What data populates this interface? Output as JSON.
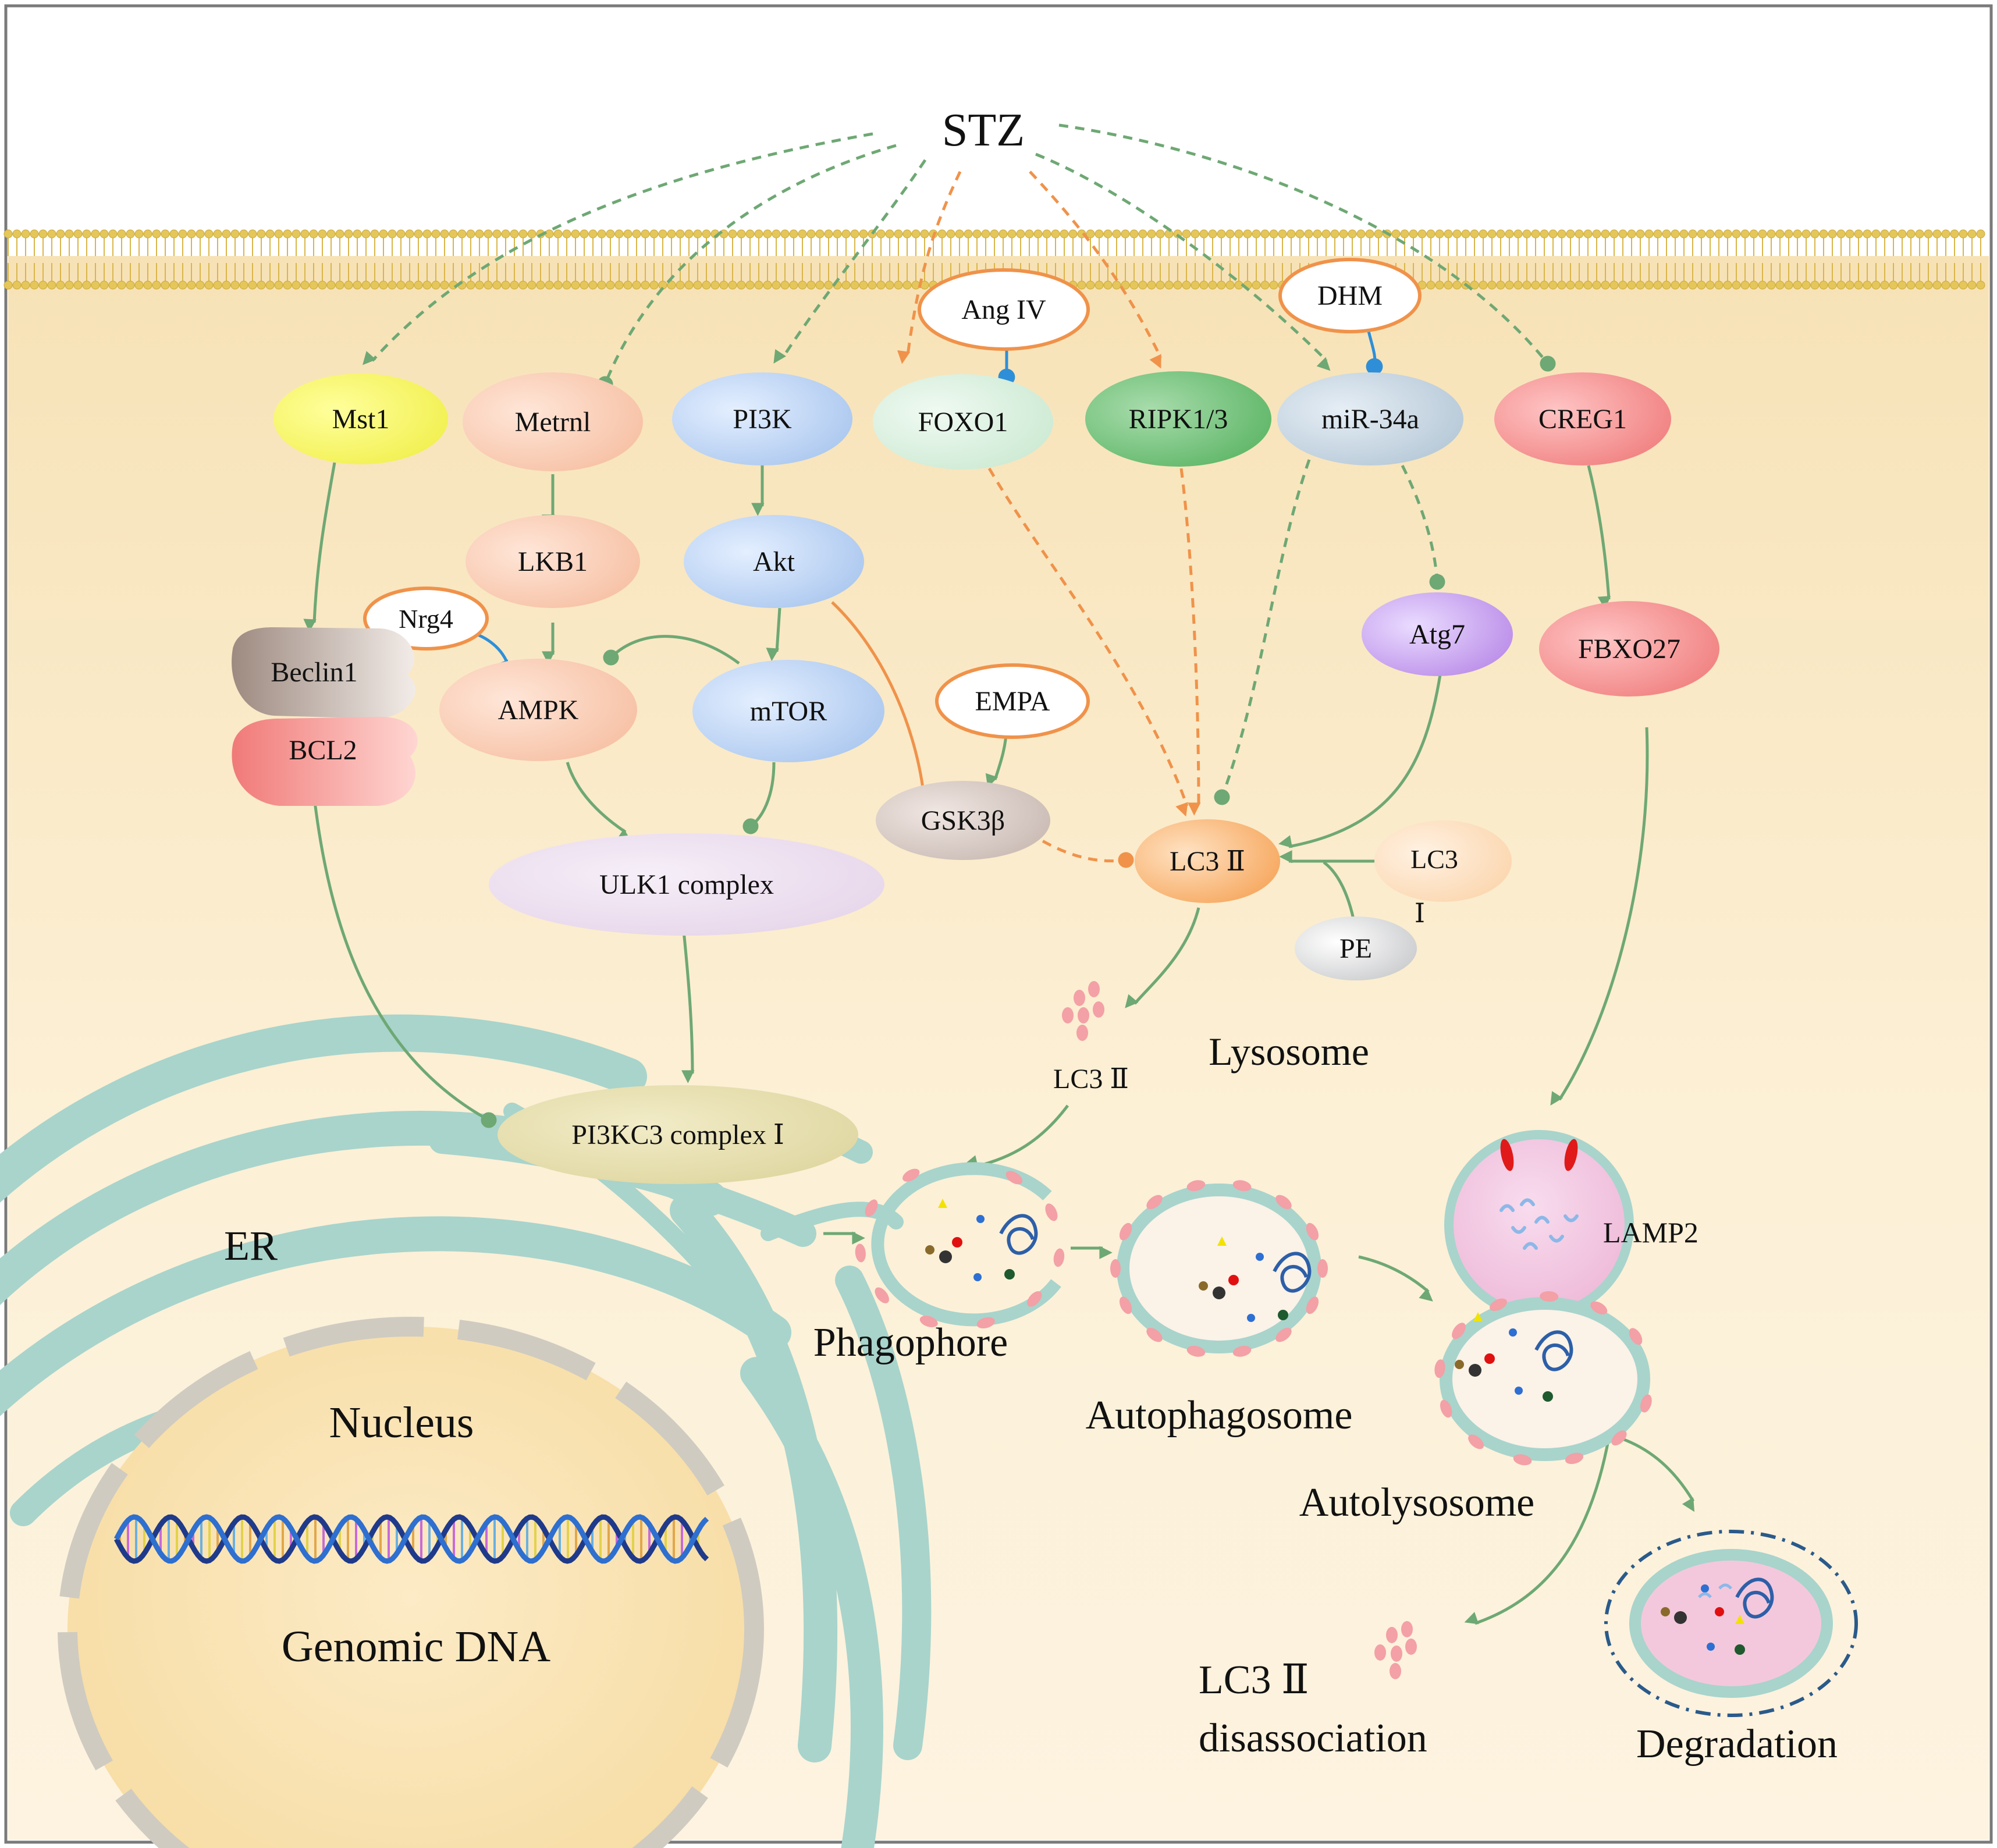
{
  "stimulus": "STZ",
  "modulators": {
    "ang_iv": "Ang IV",
    "dhm": "DHM",
    "nrg4": "Nrg4",
    "empa": "EMPA"
  },
  "nodes": {
    "mst1": "Mst1",
    "metrnl": "Metrnl",
    "pi3k": "PI3K",
    "foxo1": "FOXO1",
    "ripk": "RIPK1/3",
    "mir34a": "miR-34a",
    "creg1": "CREG1",
    "lkb1": "LKB1",
    "akt": "Akt",
    "beclin1": "Beclin1",
    "bcl2": "BCL2",
    "ampk": "AMPK",
    "mtor": "mTOR",
    "atg7": "Atg7",
    "fbxo27": "FBXO27",
    "gsk3b": "GSK3β",
    "ulk1": "ULK1 complex",
    "lc3ii": "LC3 Ⅱ",
    "lc3i_line1": "LC3",
    "lc3i_line2": "Ⅰ",
    "pe": "PE",
    "pi3kc3": "PI3KC3 complex Ⅰ"
  },
  "labels": {
    "lysosome": "Lysosome",
    "lc3ii_small": "LC3 Ⅱ",
    "er": "ER",
    "lamp2": "LAMP2",
    "phagophore": "Phagophore",
    "autophagosome": "Autophagosome",
    "autolysosome": "Autolysosome",
    "nucleus": "Nucleus",
    "genomic_dna": "Genomic DNA",
    "disassoc_line1": "LC3 Ⅱ",
    "disassoc_line2": "disassociation",
    "degradation": "Degradation"
  },
  "colors": {
    "activation_green": "#6ea874",
    "orange_path": "#f0924a",
    "inhibit_blue": "#2e8fd8",
    "cell_bg": "#fbeccb",
    "er_teal": "#a8d4cc",
    "membrane_gold": "#e4c65a"
  }
}
